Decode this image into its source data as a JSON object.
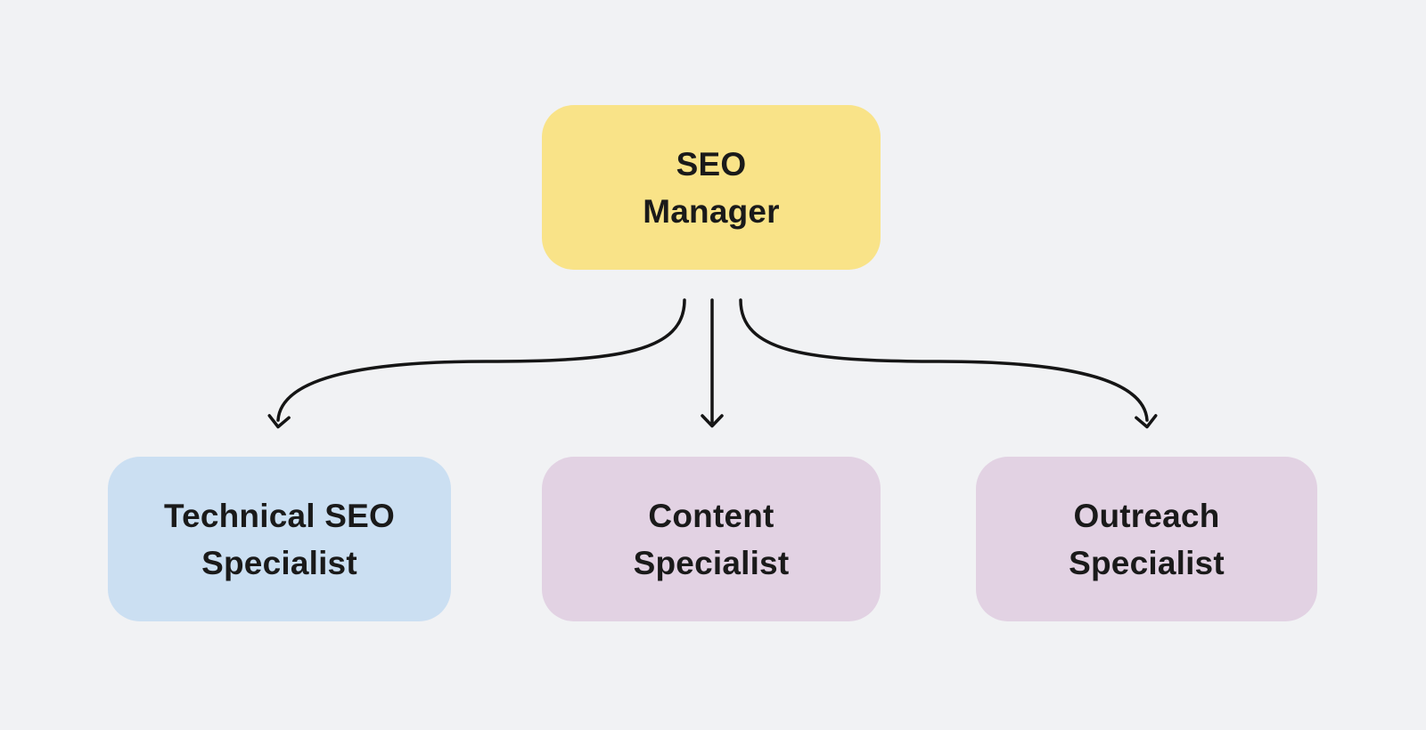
{
  "diagram": {
    "type": "org-chart",
    "background": "#F1F2F4",
    "edge_style": {
      "color": "#151515"
    },
    "nodes": [
      {
        "id": "seo-manager",
        "lines": [
          "SEO",
          "Manager"
        ],
        "fill": "#F9E388",
        "text_color": "#1A1A1A"
      },
      {
        "id": "technical-seo-specialist",
        "lines": [
          "Technical SEO",
          "Specialist"
        ],
        "fill": "#CBDFF2",
        "text_color": "#1A1A1A"
      },
      {
        "id": "content-specialist",
        "lines": [
          "Content",
          "Specialist"
        ],
        "fill": "#E2D2E3",
        "text_color": "#1A1A1A"
      },
      {
        "id": "outreach-specialist",
        "lines": [
          "Outreach",
          "Specialist"
        ],
        "fill": "#E2D2E3",
        "text_color": "#1A1A1A"
      }
    ],
    "edges": [
      {
        "from": "seo-manager",
        "to": "technical-seo-specialist"
      },
      {
        "from": "seo-manager",
        "to": "content-specialist"
      },
      {
        "from": "seo-manager",
        "to": "outreach-specialist"
      }
    ]
  }
}
